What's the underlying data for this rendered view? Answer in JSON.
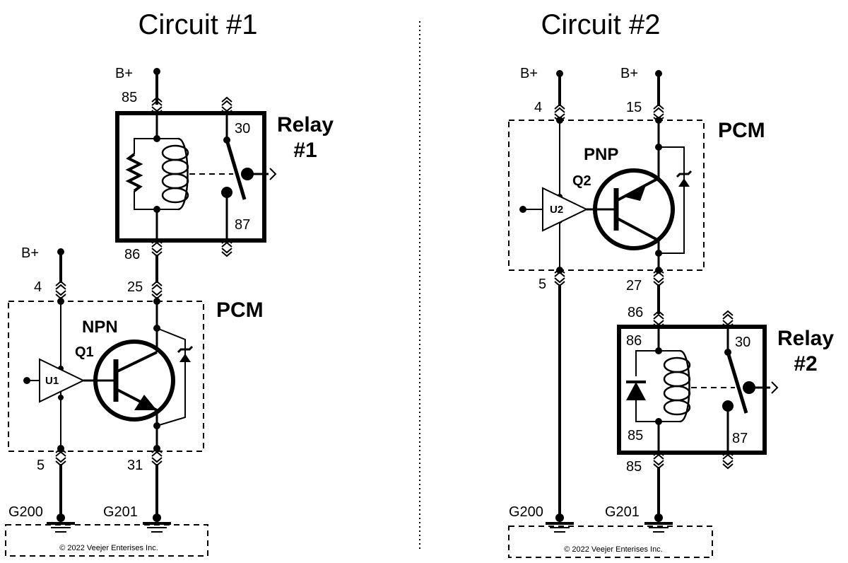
{
  "circuit1": {
    "title": "Circuit #1",
    "supply_relay": "B+",
    "supply_u1": "B+",
    "pins": {
      "p85": "85",
      "p86": "86",
      "p25": "25",
      "p4": "4",
      "p5": "5",
      "p31": "31"
    },
    "relay": {
      "label_line1": "Relay",
      "label_line2": "#1",
      "pin30": "30",
      "pin87": "87"
    },
    "pcm_label": "PCM",
    "transistor_type": "NPN",
    "transistor_ref": "Q1",
    "amp_ref": "U1",
    "grounds": {
      "left": "G200",
      "right": "G201"
    },
    "copyright": "© 2022 Veejer Enterises Inc."
  },
  "circuit2": {
    "title": "Circuit #2",
    "supply_u2": "B+",
    "supply_pcm": "B+",
    "pins": {
      "p4": "4",
      "p15": "15",
      "p5": "5",
      "p27": "27",
      "p86": "86",
      "p85": "85"
    },
    "pcm_label": "PCM",
    "transistor_type": "PNP",
    "transistor_ref": "Q2",
    "amp_ref": "U2",
    "relay": {
      "label_line1": "Relay",
      "label_line2": "#2",
      "pin86": "86",
      "pin85": "85",
      "pin30": "30",
      "pin87": "87"
    },
    "grounds": {
      "left": "G200",
      "right": "G201"
    },
    "copyright": "© 2022 Veejer Enterises Inc."
  }
}
